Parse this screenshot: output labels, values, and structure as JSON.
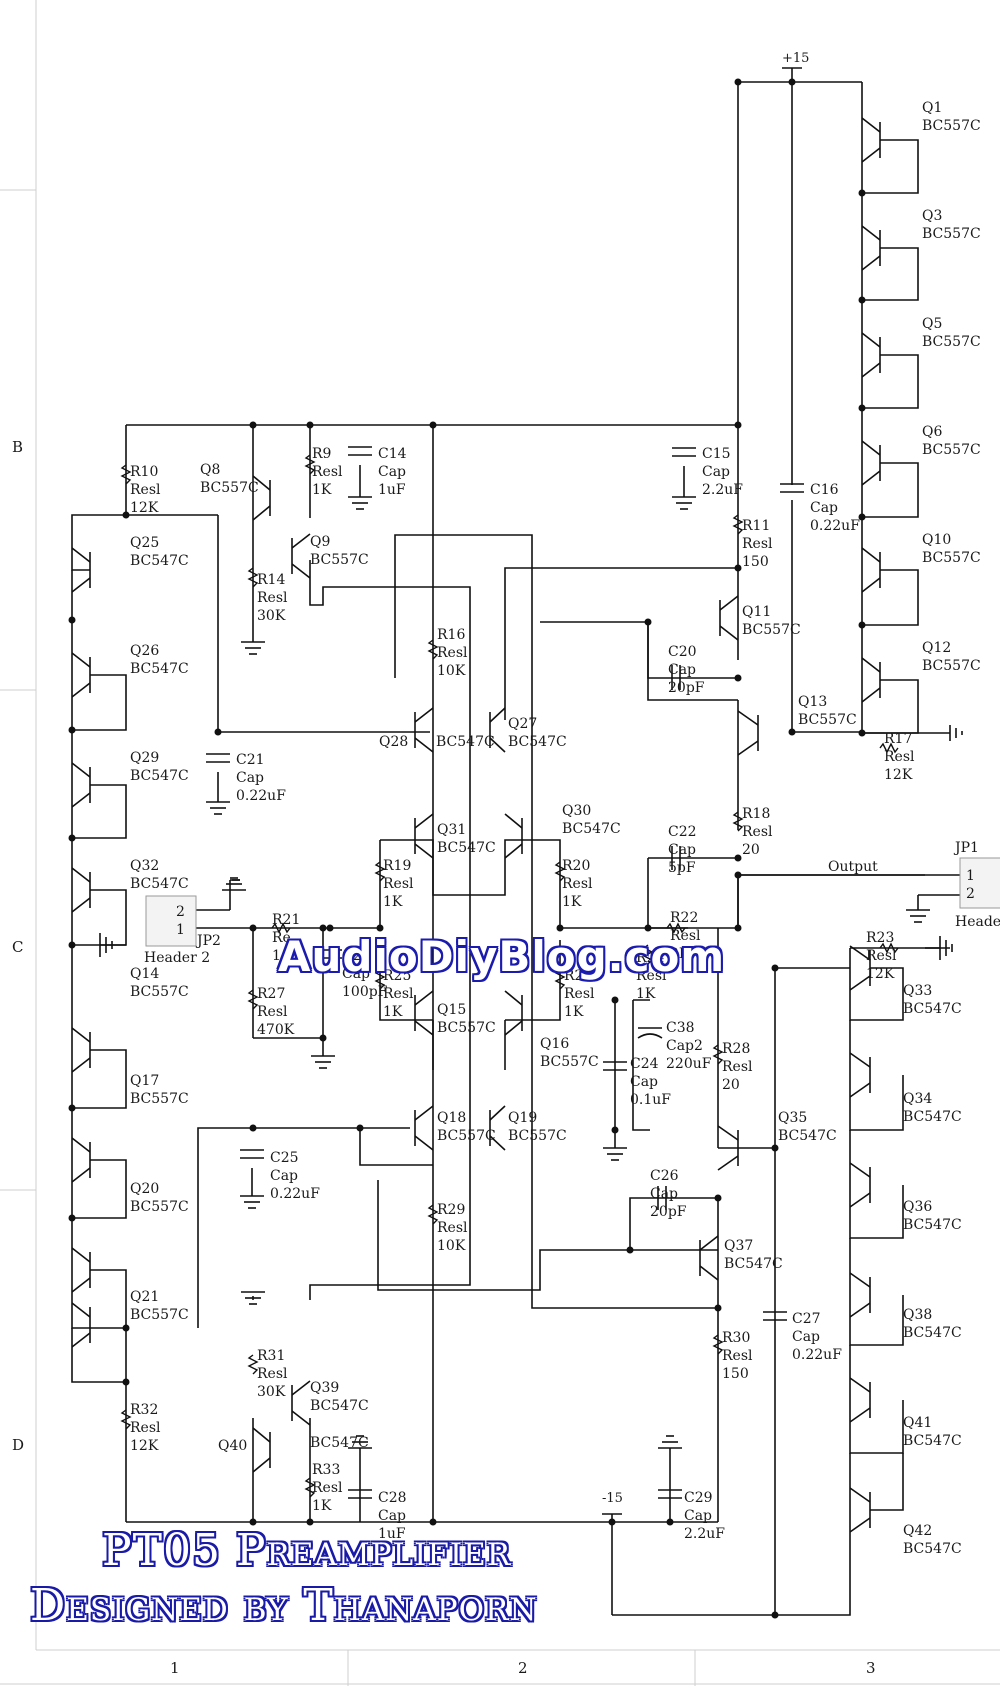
{
  "border": {
    "rows": [
      "B",
      "C",
      "D"
    ],
    "cols": [
      "1",
      "2",
      "3"
    ]
  },
  "rails": {
    "pos": "+15",
    "neg": "-15",
    "output": "Output"
  },
  "headers": [
    {
      "ref": "JP1",
      "pins": [
        "1",
        "2"
      ],
      "name": "Header"
    },
    {
      "ref": "JP2",
      "pins": [
        "2",
        "1"
      ],
      "name": "Header 2"
    }
  ],
  "transistors": [
    {
      "ref": "Q1",
      "part": "BC557C"
    },
    {
      "ref": "Q3",
      "part": "BC557C"
    },
    {
      "ref": "Q5",
      "part": "BC557C"
    },
    {
      "ref": "Q6",
      "part": "BC557C"
    },
    {
      "ref": "Q10",
      "part": "BC557C"
    },
    {
      "ref": "Q12",
      "part": "BC557C"
    },
    {
      "ref": "Q13",
      "part": "BC557C"
    },
    {
      "ref": "Q11",
      "part": "BC557C"
    },
    {
      "ref": "Q8",
      "part": "BC557C"
    },
    {
      "ref": "Q9",
      "part": "BC557C"
    },
    {
      "ref": "Q25",
      "part": "BC547C"
    },
    {
      "ref": "Q26",
      "part": "BC547C"
    },
    {
      "ref": "Q29",
      "part": "BC547C"
    },
    {
      "ref": "Q32",
      "part": "BC547C"
    },
    {
      "ref": "Q14",
      "part": "BC557C"
    },
    {
      "ref": "Q17",
      "part": "BC557C"
    },
    {
      "ref": "Q20",
      "part": "BC557C"
    },
    {
      "ref": "Q21",
      "part": "BC557C"
    },
    {
      "ref": "Q28",
      "part": "BC547C"
    },
    {
      "ref": "Q27",
      "part": "BC547C"
    },
    {
      "ref": "Q31",
      "part": "BC547C"
    },
    {
      "ref": "Q30",
      "part": "BC547C"
    },
    {
      "ref": "Q15",
      "part": "BC557C"
    },
    {
      "ref": "Q16",
      "part": "BC557C"
    },
    {
      "ref": "Q18",
      "part": "BC557C"
    },
    {
      "ref": "Q19",
      "part": "BC557C"
    },
    {
      "ref": "Q35",
      "part": "BC547C"
    },
    {
      "ref": "Q37",
      "part": "BC547C"
    },
    {
      "ref": "Q39",
      "part": "BC547C"
    },
    {
      "ref": "Q40",
      "part": "BC547C"
    },
    {
      "ref": "Q33",
      "part": "BC547C"
    },
    {
      "ref": "Q34",
      "part": "BC547C"
    },
    {
      "ref": "Q36",
      "part": "BC547C"
    },
    {
      "ref": "Q38",
      "part": "BC547C"
    },
    {
      "ref": "Q41",
      "part": "BC547C"
    },
    {
      "ref": "Q42",
      "part": "BC547C"
    }
  ],
  "resistors": [
    {
      "ref": "R10",
      "kind": "Resl",
      "value": "12K"
    },
    {
      "ref": "R9",
      "kind": "Resl",
      "value": "1K"
    },
    {
      "ref": "R14",
      "kind": "Resl",
      "value": "30K"
    },
    {
      "ref": "R16",
      "kind": "Resl",
      "value": "10K"
    },
    {
      "ref": "R11",
      "kind": "Resl",
      "value": "150"
    },
    {
      "ref": "R17",
      "kind": "Resl",
      "value": "12K"
    },
    {
      "ref": "R18",
      "kind": "Resl",
      "value": "20"
    },
    {
      "ref": "R19",
      "kind": "Resl",
      "value": "1K"
    },
    {
      "ref": "R20",
      "kind": "Resl",
      "value": "1K"
    },
    {
      "ref": "R21",
      "kind": "Re",
      "value": "1"
    },
    {
      "ref": "R22",
      "kind": "Resl",
      "value": "2K"
    },
    {
      "ref": "R23",
      "kind": "Resl",
      "value": "12K"
    },
    {
      "ref": "R24",
      "kind": "Resl",
      "value": "1K"
    },
    {
      "ref": "R25",
      "kind": "Resl",
      "value": "1K"
    },
    {
      "ref": "R26",
      "kind": "Resl",
      "value": "1K"
    },
    {
      "ref": "R27",
      "kind": "Resl",
      "value": "470K"
    },
    {
      "ref": "R28",
      "kind": "Resl",
      "value": "20"
    },
    {
      "ref": "R29",
      "kind": "Resl",
      "value": "10K"
    },
    {
      "ref": "R30",
      "kind": "Resl",
      "value": "150"
    },
    {
      "ref": "R31",
      "kind": "Resl",
      "value": "30K"
    },
    {
      "ref": "R32",
      "kind": "Resl",
      "value": "12K"
    },
    {
      "ref": "R33",
      "kind": "Resl",
      "value": "1K"
    }
  ],
  "capacitors": [
    {
      "ref": "C14",
      "kind": "Cap",
      "value": "1uF"
    },
    {
      "ref": "C15",
      "kind": "Cap",
      "value": "2.2uF"
    },
    {
      "ref": "C16",
      "kind": "Cap",
      "value": "0.22uF"
    },
    {
      "ref": "C20",
      "kind": "Cap",
      "value": "20pF"
    },
    {
      "ref": "C21",
      "kind": "Cap",
      "value": "0.22uF"
    },
    {
      "ref": "C22",
      "kind": "Cap",
      "value": "5pF"
    },
    {
      "ref": "C23",
      "kind": "Cap",
      "value": "100pF"
    },
    {
      "ref": "C24",
      "kind": "Cap",
      "value": "0.1uF"
    },
    {
      "ref": "C38",
      "kind": "Cap2",
      "value": "220uF"
    },
    {
      "ref": "C25",
      "kind": "Cap",
      "value": "0.22uF"
    },
    {
      "ref": "C26",
      "kind": "Cap",
      "value": "20pF"
    },
    {
      "ref": "C27",
      "kind": "Cap",
      "value": "0.22uF"
    },
    {
      "ref": "C28",
      "kind": "Cap",
      "value": "1uF"
    },
    {
      "ref": "C29",
      "kind": "Cap",
      "value": "2.2uF"
    }
  ],
  "watermark": "AudioDiyBlog.com",
  "title": {
    "line1": "PT05 Preamplifier",
    "line2": "Designed by Thanaporn"
  }
}
